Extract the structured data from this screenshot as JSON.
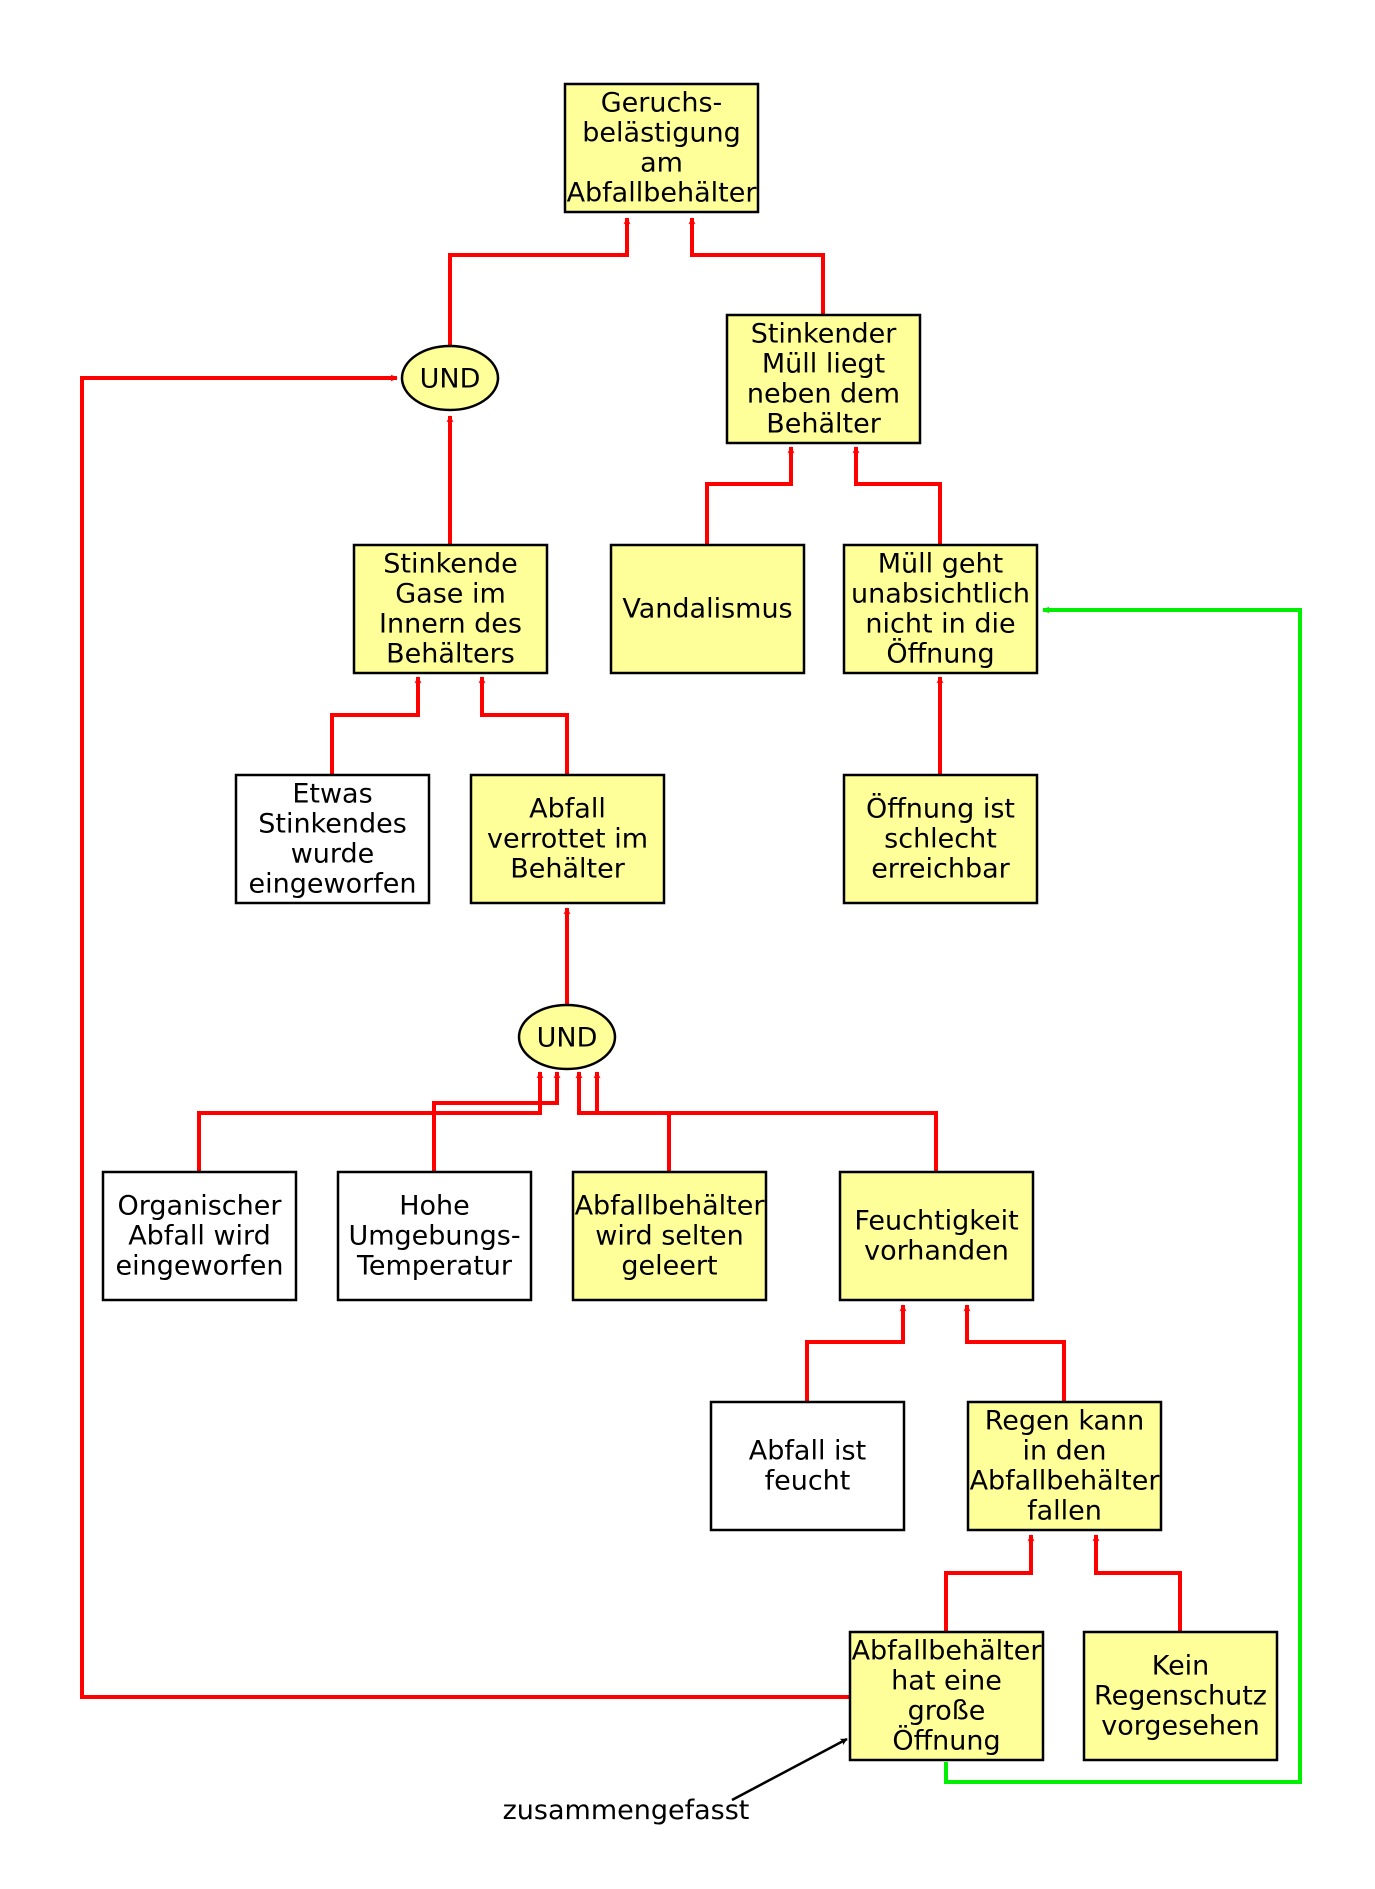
{
  "colors": {
    "highlight_fill": "#ffff99",
    "plain_fill": "#ffffff",
    "border": "#000000",
    "cause_edge": "#ff0000",
    "merge_edge": "#00ee00",
    "note_arrow": "#000000"
  },
  "nodes": {
    "top_event": {
      "lines": [
        "Geruchs-",
        "belästigung",
        "am",
        "Abfallbehälter"
      ],
      "highlighted": true
    },
    "und_top": {
      "label": "UND"
    },
    "stinkender_muell": {
      "lines": [
        "Stinkender",
        "Müll liegt",
        "neben dem",
        "Behälter"
      ],
      "highlighted": true
    },
    "stinkende_gase": {
      "lines": [
        "Stinkende",
        "Gase im",
        "Innern des",
        "Behälters"
      ],
      "highlighted": true
    },
    "vandalismus": {
      "lines": [
        "Vandalismus"
      ],
      "highlighted": true
    },
    "muell_geht": {
      "lines": [
        "Müll geht",
        "unabsichtlich",
        "nicht in die",
        "Öffnung"
      ],
      "highlighted": true
    },
    "etwas_stinkendes": {
      "lines": [
        "Etwas",
        "Stinkendes",
        "wurde",
        "eingeworfen"
      ],
      "highlighted": false
    },
    "abfall_verrottet": {
      "lines": [
        "Abfall",
        "verrottet im",
        "Behälter"
      ],
      "highlighted": true
    },
    "oeffnung_schlecht": {
      "lines": [
        "Öffnung ist",
        "schlecht",
        "erreichbar"
      ],
      "highlighted": true
    },
    "und_mid": {
      "label": "UND"
    },
    "organischer_abfall": {
      "lines": [
        "Organischer",
        "Abfall wird",
        "eingeworfen"
      ],
      "highlighted": false
    },
    "hohe_temperatur": {
      "lines": [
        "Hohe",
        "Umgebungs-",
        "Temperatur"
      ],
      "highlighted": false
    },
    "selten_geleert": {
      "lines": [
        "Abfallbehälter",
        "wird selten",
        "geleert"
      ],
      "highlighted": true
    },
    "feuchtigkeit": {
      "lines": [
        "Feuchtigkeit",
        "vorhanden"
      ],
      "highlighted": true
    },
    "abfall_feucht": {
      "lines": [
        "Abfall ist",
        "feucht"
      ],
      "highlighted": false
    },
    "regen_kann": {
      "lines": [
        "Regen kann",
        "in den",
        "Abfallbehälter",
        "fallen"
      ],
      "highlighted": true
    },
    "grosse_oeffnung": {
      "lines": [
        "Abfallbehälter",
        "hat eine",
        "große",
        "Öffnung"
      ],
      "highlighted": true
    },
    "kein_regenschutz": {
      "lines": [
        "Kein",
        "Regenschutz",
        "vorgesehen"
      ],
      "highlighted": true
    }
  },
  "annotation": {
    "label": "zusammengefasst"
  }
}
